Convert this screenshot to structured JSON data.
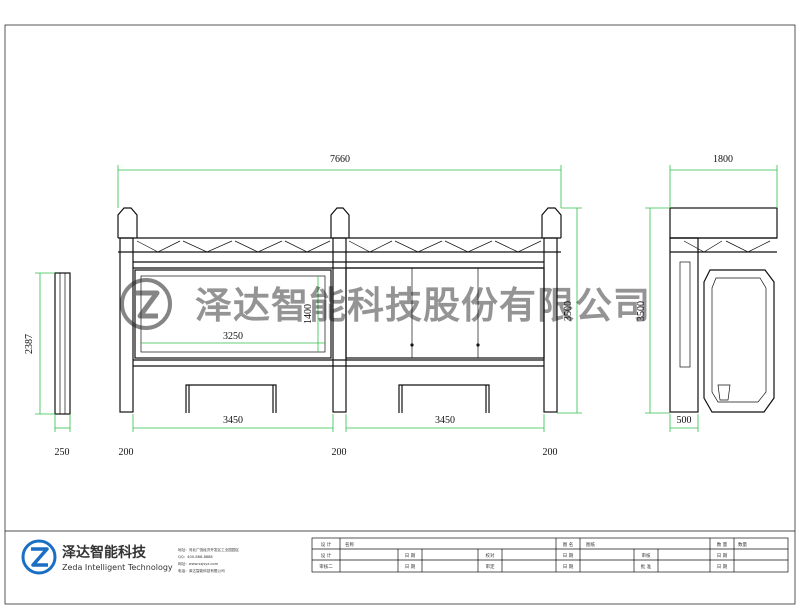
{
  "dimensions": {
    "total_width": "7660",
    "side_depth": "1800",
    "panel_height_left": "2387",
    "post_left_width": "250",
    "display_width": "3250",
    "display_height": "1400",
    "overall_height": "3500",
    "side_height": "3500",
    "bay_left": "3450",
    "bay_right": "3450",
    "post_a": "200",
    "post_b": "200",
    "post_c": "200",
    "side_base": "500"
  },
  "watermark": {
    "text": "泽达智能科技股份有限公司"
  },
  "title_block": {
    "company_cn": "泽达智能科技",
    "company_en": "Zeda Intelligent Technology",
    "contact_lines": [
      "地址：河北广饶经济开发区工业园园区",
      "QQ：400-866-8888",
      "网址：www.sxjsyz.com",
      "电话：泽达智能科技有限公司"
    ],
    "rows": [
      [
        "设 计",
        "名称",
        "",
        "图 名",
        "图纸",
        "",
        "数 量",
        "数量"
      ],
      [
        "设 计",
        "",
        "日 期",
        "校对",
        "日 期",
        "审核",
        "日 期",
        ""
      ],
      [
        "审核二",
        "",
        "日 期",
        "审定",
        "日 期",
        "批 准",
        "日 期",
        ""
      ]
    ]
  },
  "colors": {
    "dimension_line": "#2fbf4a",
    "outline": "#111111",
    "logo_blue": "#1a6fc4"
  }
}
